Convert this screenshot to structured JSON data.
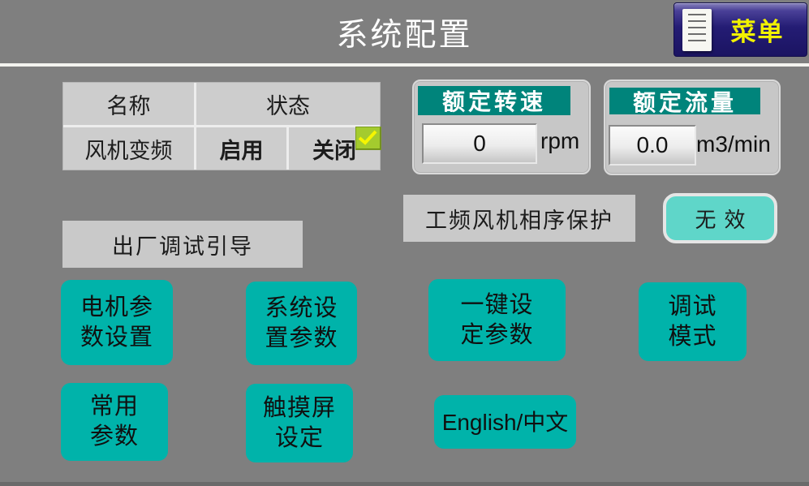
{
  "header": {
    "title": "系统配置",
    "menu": {
      "label": "菜单",
      "icon": "document-list-icon"
    }
  },
  "fan_table": {
    "col_name": "名称",
    "col_status": "状态",
    "row_name": "风机变频",
    "enable": "启用",
    "close": "关闭",
    "close_checked": true
  },
  "rated_speed": {
    "title": "额定转速",
    "value": "0",
    "unit": "rpm"
  },
  "rated_flow": {
    "title": "额定流量",
    "value": "0.0",
    "unit": "m3/min"
  },
  "phase_protection": {
    "label": "工频风机相序保护",
    "status": "无效"
  },
  "factory_guide": {
    "label": "出厂调试引导"
  },
  "buttons": {
    "motor_params": "电机参\n数设置",
    "system_params": "系统设\n置参数",
    "onekey_params": "一键设\n定参数",
    "debug_mode": "调试\n模式",
    "common_params": "常用\n参数",
    "touchscreen": "触摸屏\n设定",
    "language": "English/中文"
  },
  "colors": {
    "background": "#7f7f7f",
    "teal_button": "#00b3aa",
    "teal_header": "#00847b",
    "status_active_bg": "#5fd6c9",
    "menu_button_bg": "#241c74",
    "menu_label_text": "#f2f200",
    "checkbox_green": "#a4cb2e",
    "checkmark_yellow": "#f5f500",
    "panel_gray": "#c7c7c7",
    "title_text": "#ffffff"
  }
}
